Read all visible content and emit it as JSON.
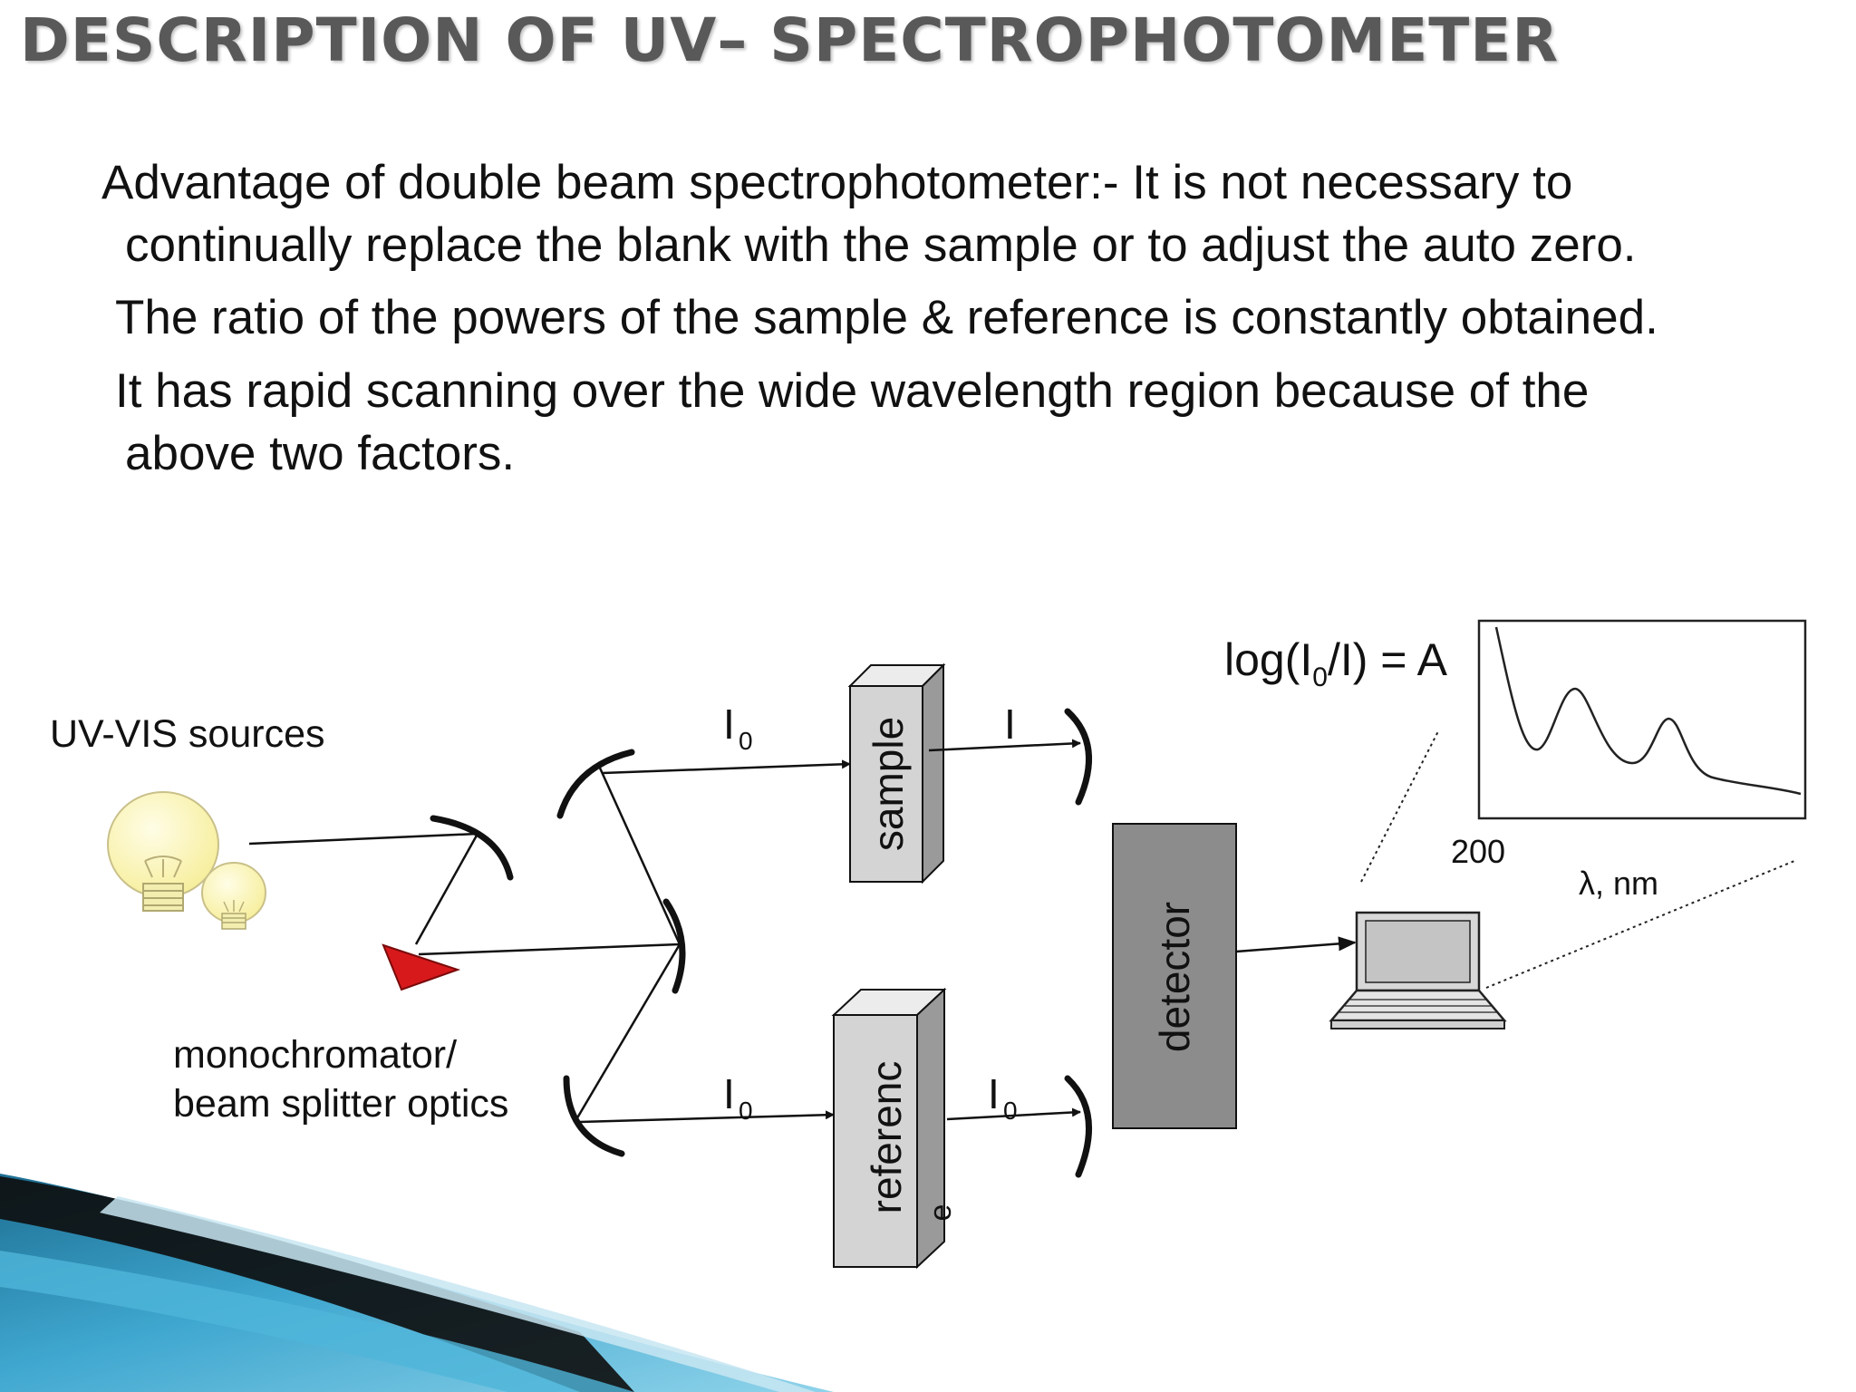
{
  "slide": {
    "title": "DESCRIPTION OF   UV– SPECTROPHOTOMETER",
    "paragraphs": [
      {
        "line1": "Advantage of double beam spectrophotometer:- It is not necessary to",
        "line2": "continually replace the blank with the sample or to adjust the auto zero."
      },
      {
        "line1": "The ratio of the powers of the sample & reference is constantly obtained."
      },
      {
        "line1": "It has rapid scanning over the wide wavelength region because of the",
        "line2": "above two factors."
      }
    ]
  },
  "diagram": {
    "sources_label": "UV-VIS sources",
    "mono_label_line1": "monochromator/",
    "mono_label_line2": "beam splitter optics",
    "sample_label": "sample",
    "reference_label": "referenc",
    "reference_label_tail": "e",
    "detector_label": "detector",
    "beam_I0": "I",
    "beam_I0_sub": "0",
    "beam_I": "I",
    "equation_prefix": "log(I",
    "equation_sub": "0",
    "equation_suffix": "/I) = A",
    "spectrum_x_start": "200",
    "spectrum_axis_label": "λ, nm",
    "colors": {
      "prism": "#d7191c",
      "detector": "#8c8c8c",
      "cell": "#d4d4d4",
      "bulb": "#fbf5b4",
      "swoosh": "#2a8fb8"
    }
  }
}
